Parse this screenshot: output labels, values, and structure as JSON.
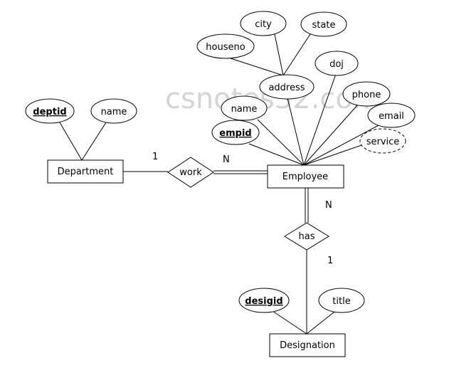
{
  "watermark": "csnotes32.com",
  "entities": {
    "department": "Department",
    "employee": "Employee",
    "designation": "Designation"
  },
  "relationships": {
    "work": "work",
    "has": "has"
  },
  "cardinalities": {
    "work_department": "1",
    "work_employee": "N",
    "has_employee": "N",
    "has_designation": "1"
  },
  "attributes": {
    "department": {
      "key": "deptid",
      "name": "name"
    },
    "employee": {
      "key": "empid",
      "name": "name",
      "address": "address",
      "houseno": "houseno",
      "city": "city",
      "state": "state",
      "doj": "doj",
      "phone": "phone",
      "email": "email",
      "derived": "service"
    },
    "designation": {
      "key": "desigid",
      "title": "title"
    }
  }
}
